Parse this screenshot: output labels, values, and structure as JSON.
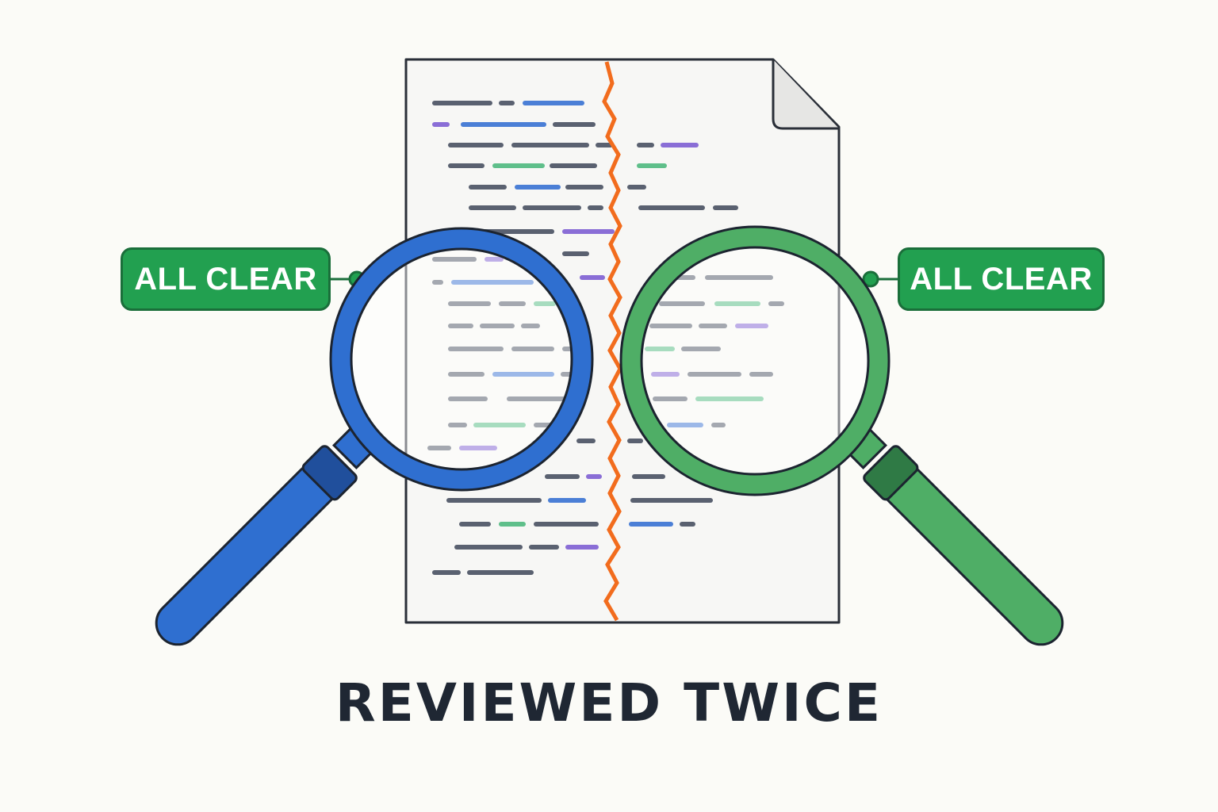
{
  "colors": {
    "background": "#fbfbf7",
    "document_fill": "#f7f7f5",
    "document_outline": "#2a2f38",
    "crack": "#f26c1d",
    "code_gray": "#5a6170",
    "code_blue": "#4b7fd6",
    "code_purple": "#8a6ed6",
    "code_green": "#5fbf8a",
    "magnifier_blue": "#2f6fd0",
    "magnifier_blue_dark": "#204f9c",
    "magnifier_green": "#4fae66",
    "magnifier_green_dark": "#2f7a45",
    "badge_green": "#22a050",
    "caption_text": "#1f2733"
  },
  "icons": {
    "document": "code-document-icon",
    "crack": "crack-line-icon",
    "left_tool": "magnifying-glass-icon",
    "right_tool": "magnifying-glass-icon"
  },
  "badges": {
    "left_label": "ALL CLEAR",
    "right_label": "ALL CLEAR"
  },
  "caption": {
    "text": "REVIEWED TWICE"
  }
}
